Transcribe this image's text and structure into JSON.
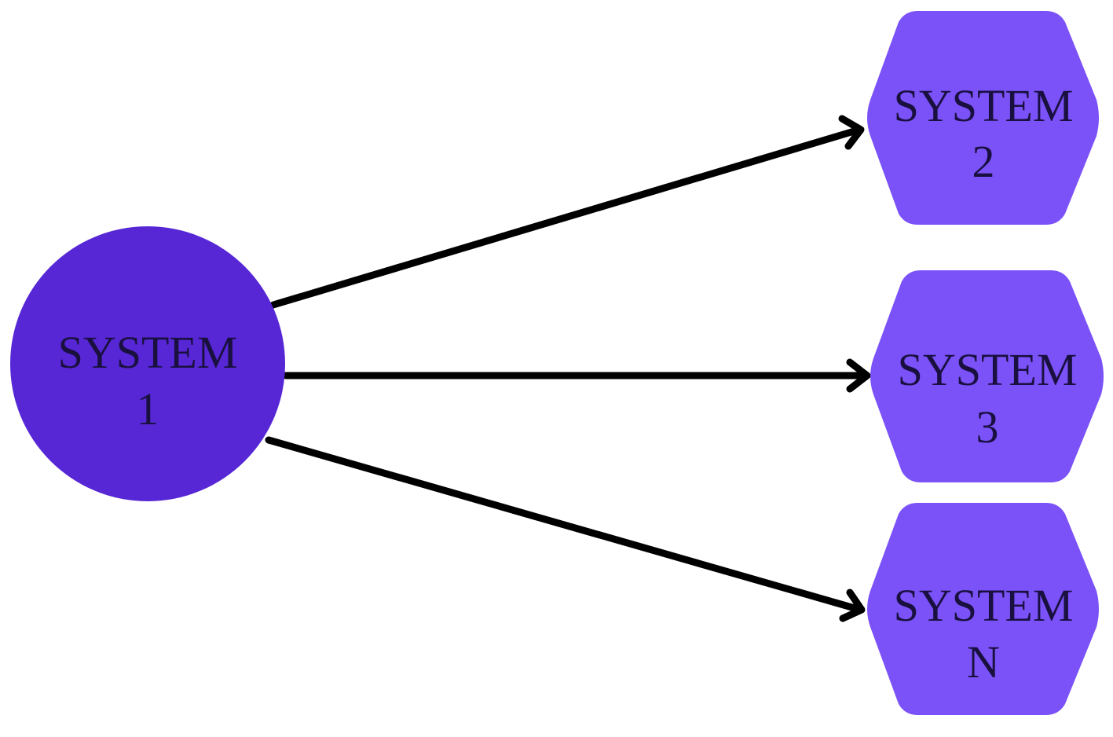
{
  "source_node": {
    "label_line1": "SYSTEM",
    "label_line2": "1",
    "shape": "circle",
    "color": "#5727D6"
  },
  "target_nodes": [
    {
      "label_line1": "SYSTEM",
      "label_line2": "2",
      "shape": "hexagon"
    },
    {
      "label_line1": "SYSTEM",
      "label_line2": "3",
      "shape": "hexagon"
    },
    {
      "label_line1": "SYSTEM",
      "label_line2": "N",
      "shape": "hexagon"
    }
  ],
  "edges": [
    {
      "from": "1",
      "to": "2"
    },
    {
      "from": "1",
      "to": "3"
    },
    {
      "from": "1",
      "to": "N"
    }
  ],
  "colors": {
    "target_fill": "#7B52F8",
    "arrow": "#000000",
    "text": "#1A1040"
  }
}
